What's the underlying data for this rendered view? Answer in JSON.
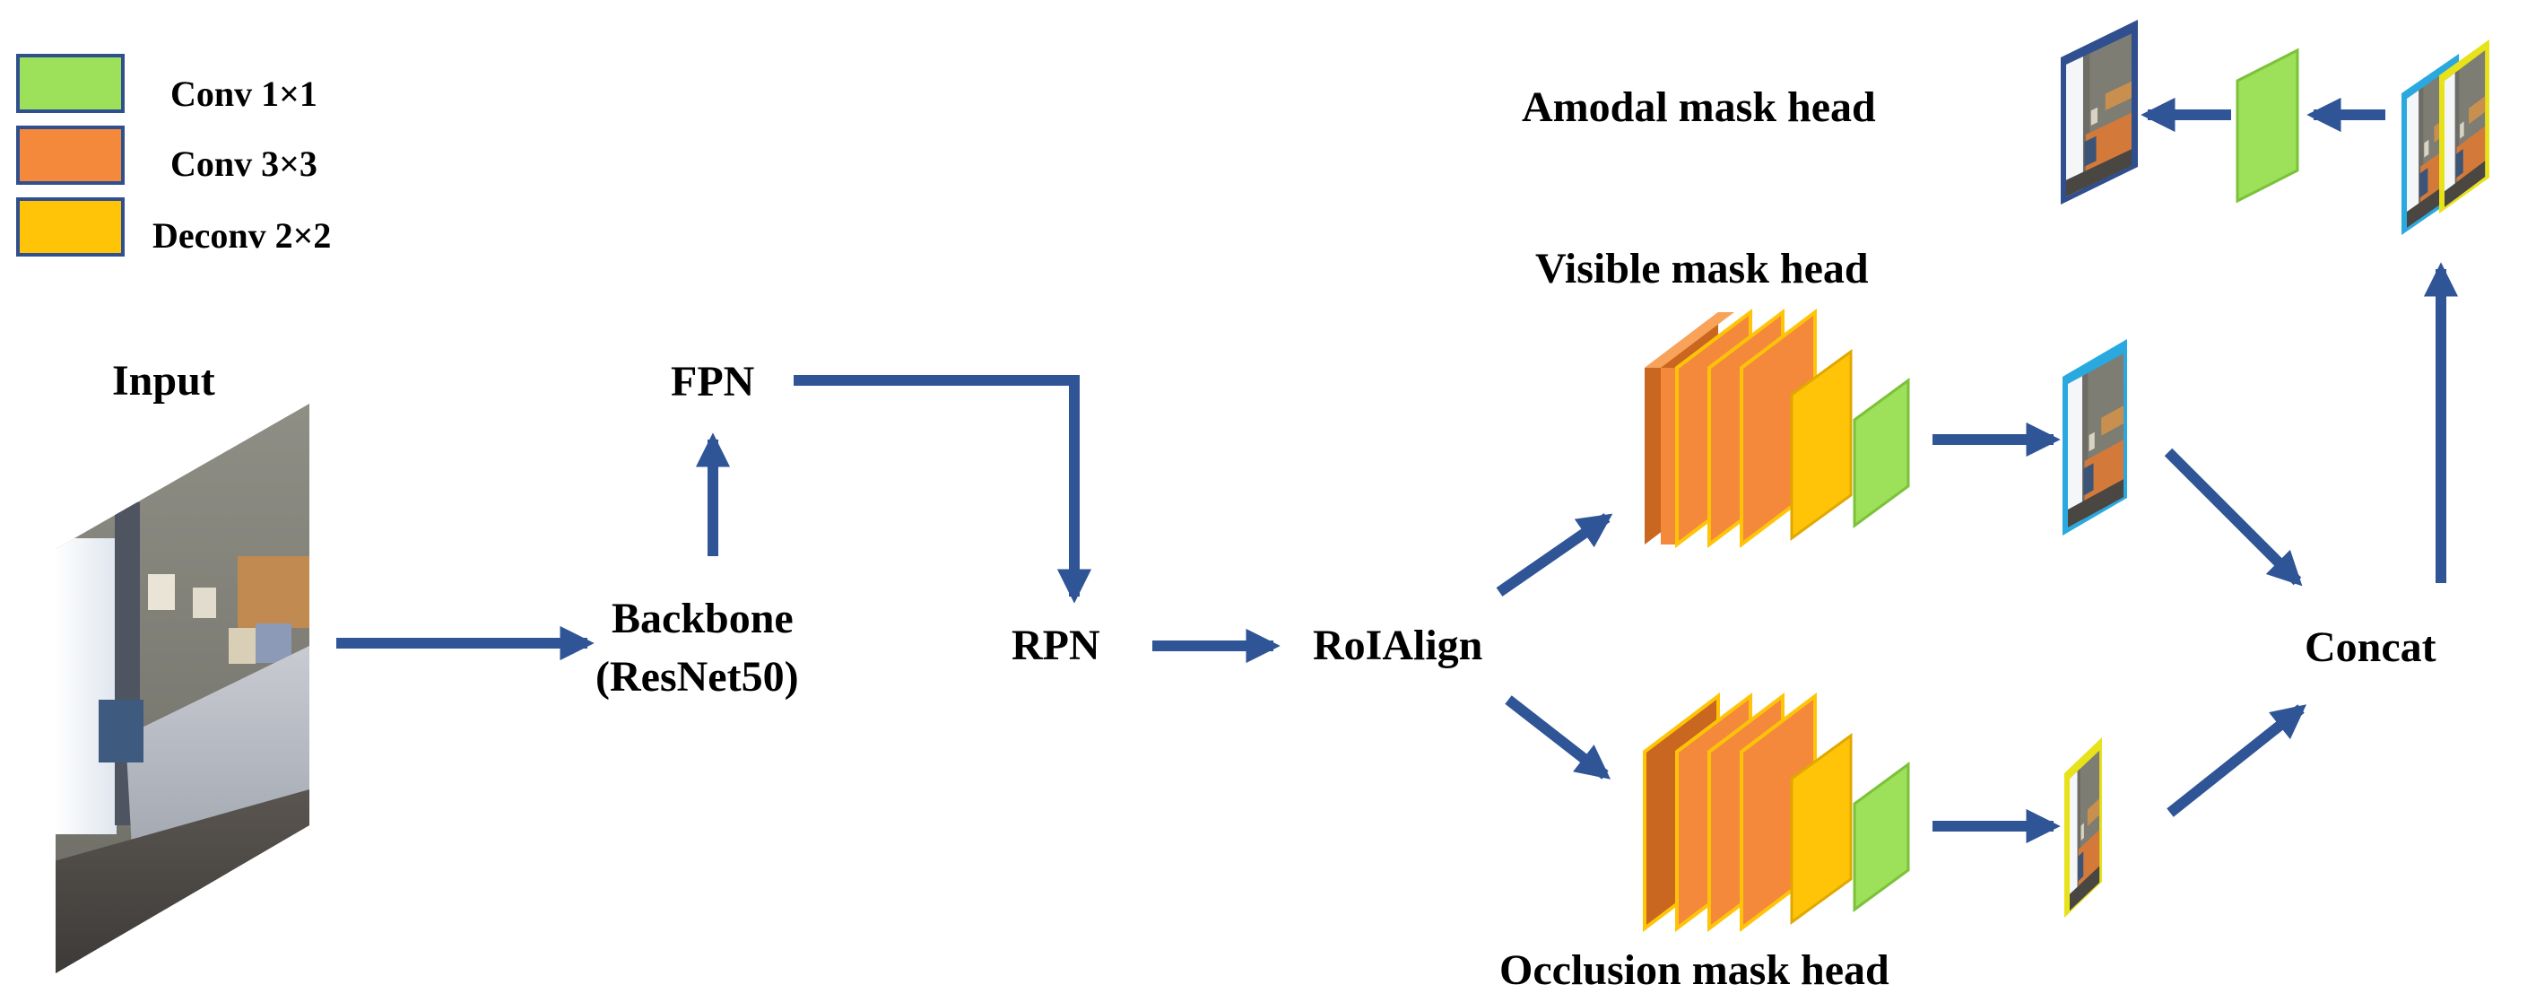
{
  "legend": {
    "items": [
      {
        "label": "Conv 1×1",
        "color": "#9de05a"
      },
      {
        "label": "Conv 3×3",
        "color": "#f4883b"
      },
      {
        "label": "Deconv 2×2",
        "color": "#ffc408"
      }
    ]
  },
  "nodes": {
    "input": "Input",
    "fpn": "FPN",
    "backbone_line1": "Backbone",
    "backbone_line2": "(ResNet50)",
    "rpn": "RPN",
    "roialign": "RoIAlign",
    "concat": "Concat",
    "visible_head": "Visible mask head",
    "occlusion_head": "Occlusion mask head",
    "amodal_head": "Amodal mask head"
  },
  "colors": {
    "arrow": "#2f5597",
    "conv1x1": "#9de05a",
    "conv3x3": "#f4883b",
    "deconv2x2": "#ffc408",
    "visible_mask_border": "#29a9e0",
    "occlusion_mask_border": "#e8e21a",
    "amodal_mask_border": "#2f4f8f",
    "legend_border": "#2f4f8f"
  },
  "icons": {
    "input_image": "bedroom-photo",
    "mask_thumbnail": "bedroom-mask-thumbnail"
  }
}
